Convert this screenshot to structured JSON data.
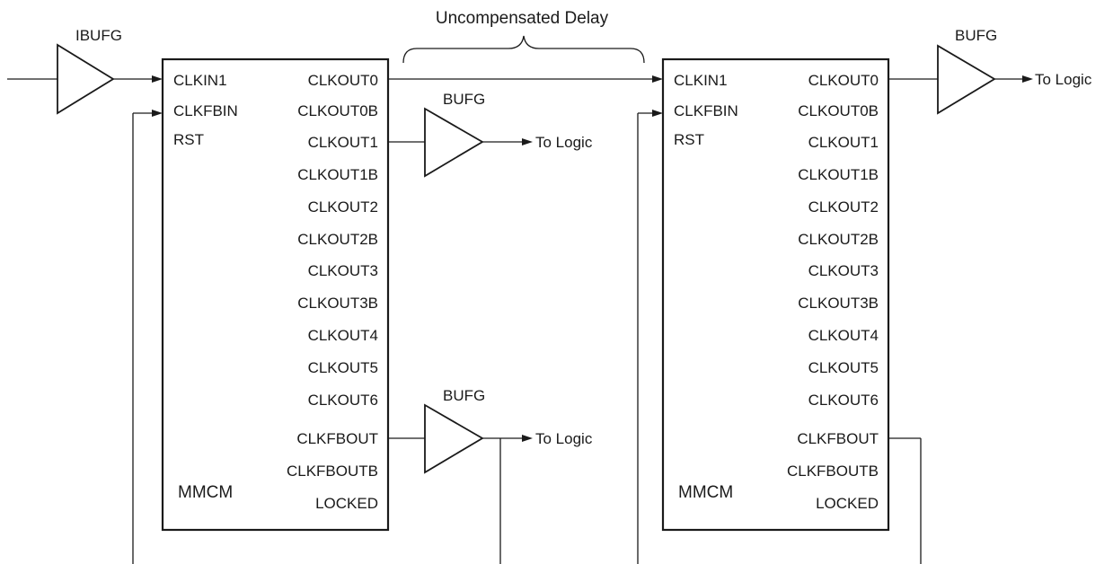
{
  "diagram": {
    "delay_label": "Uncompensated Delay",
    "ibufg_label": "IBUFG",
    "buffers": {
      "bufg_clkout1": "BUFG",
      "bufg_clkfbout": "BUFG",
      "bufg_output": "BUFG"
    },
    "to_logic": [
      "To Logic",
      "To Logic",
      "To Logic"
    ],
    "mmcm_left": {
      "name": "MMCM",
      "inputs": [
        "CLKIN1",
        "CLKFBIN",
        "RST"
      ],
      "outputs": [
        "CLKOUT0",
        "CLKOUT0B",
        "CLKOUT1",
        "CLKOUT1B",
        "CLKOUT2",
        "CLKOUT2B",
        "CLKOUT3",
        "CLKOUT3B",
        "CLKOUT4",
        "CLKOUT5",
        "CLKOUT6",
        "CLKFBOUT",
        "CLKFBOUTB",
        "LOCKED"
      ]
    },
    "mmcm_right": {
      "name": "MMCM",
      "inputs": [
        "CLKIN1",
        "CLKFBIN",
        "RST"
      ],
      "outputs": [
        "CLKOUT0",
        "CLKOUT0B",
        "CLKOUT1",
        "CLKOUT1B",
        "CLKOUT2",
        "CLKOUT2B",
        "CLKOUT3",
        "CLKOUT3B",
        "CLKOUT4",
        "CLKOUT5",
        "CLKOUT6",
        "CLKFBOUT",
        "CLKFBOUTB",
        "LOCKED"
      ]
    }
  }
}
